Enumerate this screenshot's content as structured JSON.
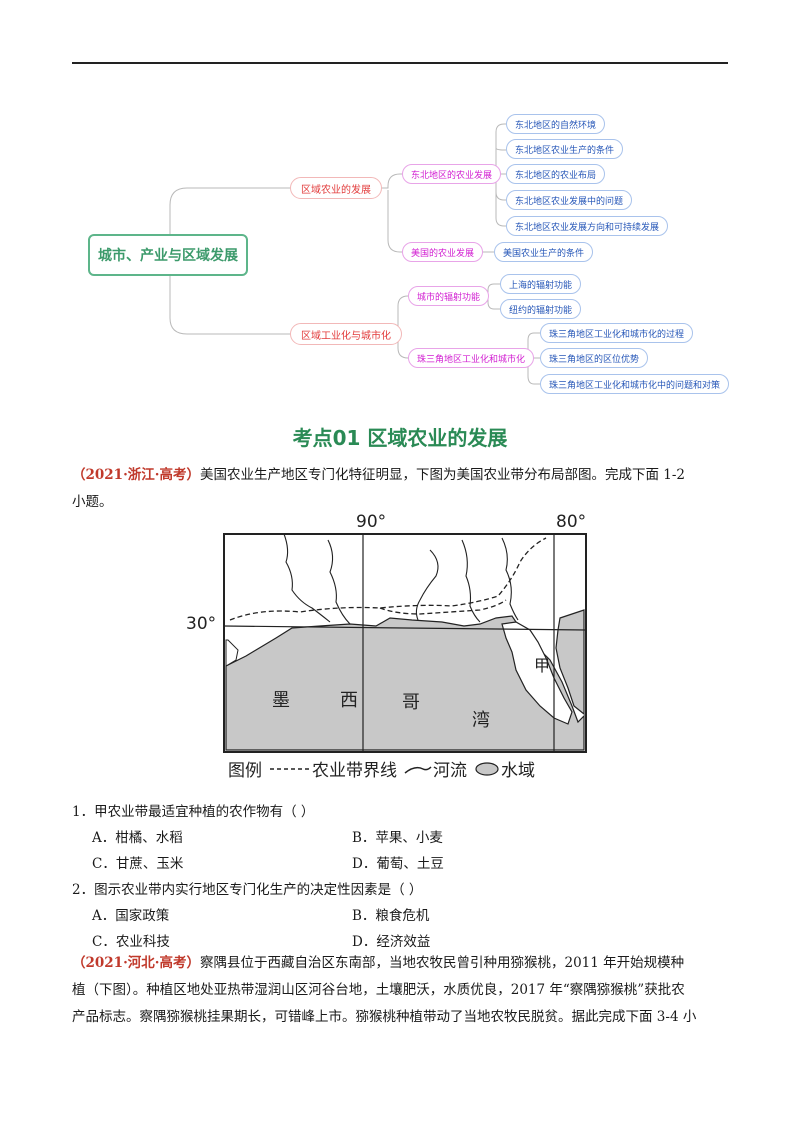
{
  "mindmap": {
    "root": "城市、产业与区域发展",
    "branches": [
      {
        "label": "区域农业的发展",
        "children": [
          {
            "label": "东北地区的农业发展",
            "items": [
              "东北地区的自然环境",
              "东北地区农业生产的条件",
              "东北地区的农业布局",
              "东北地区农业发展中的问题",
              "东北地区农业发展方向和可持续发展"
            ]
          },
          {
            "label": "美国的农业发展",
            "items": [
              "美国农业生产的条件"
            ]
          }
        ]
      },
      {
        "label": "区域工业化与城市化",
        "children": [
          {
            "label": "城市的辐射功能",
            "items": [
              "上海的辐射功能",
              "纽约的辐射功能"
            ]
          },
          {
            "label": "珠三角地区工业化和城市化",
            "items": [
              "珠三角地区工业化和城市化的过程",
              "珠三角地区的区位优势",
              "珠三角地区工业化和城市化中的问题和对策"
            ]
          }
        ]
      }
    ]
  },
  "section_title": "考点01  区域农业的发展",
  "intro1": {
    "source": "（2021·浙江·高考）",
    "text_line1": "美国农业生产地区专门化特征明显，下图为美国农业带分布局部图。完成下面 1-2",
    "text_line2": "小题。"
  },
  "map": {
    "lon_90": "90°",
    "lon_80": "80°",
    "lat_30": "30°",
    "jia": "甲",
    "sea_chars": [
      "墨",
      "西",
      "哥",
      "湾"
    ],
    "legend_title": "图例",
    "legend_boundary": "农业带界线",
    "legend_river": "河流",
    "legend_water": "水域",
    "colors": {
      "water": "#c8c8c8",
      "line": "#222222"
    }
  },
  "q1": {
    "stem": "1．甲农业带最适宜种植的农作物有（        ）",
    "A": "A．柑橘、水稻",
    "B": "B．苹果、小麦",
    "C": "C．甘蔗、玉米",
    "D": "D．葡萄、土豆"
  },
  "q2": {
    "stem": "2．图示农业带内实行地区专门化生产的决定性因素是（        ）",
    "A": "A．国家政策",
    "B": "B．粮食危机",
    "C": "C．农业科技",
    "D": "D．经济效益"
  },
  "intro2": {
    "source": "（2021·河北·高考）",
    "line1": "察隅县位于西藏自治区东南部，当地农牧民曾引种用猕猴桃，2011 年开始规模种",
    "line2": "植（下图）。种植区地处亚热带湿润山区河谷台地，土壤肥沃，水质优良，2017 年“察隅猕猴桃”获批农",
    "line3": "产品标志。察隅猕猴桃挂果期长，可错峰上市。猕猴桃种植带动了当地农牧民脱贫。据此完成下面 3-4 小"
  }
}
